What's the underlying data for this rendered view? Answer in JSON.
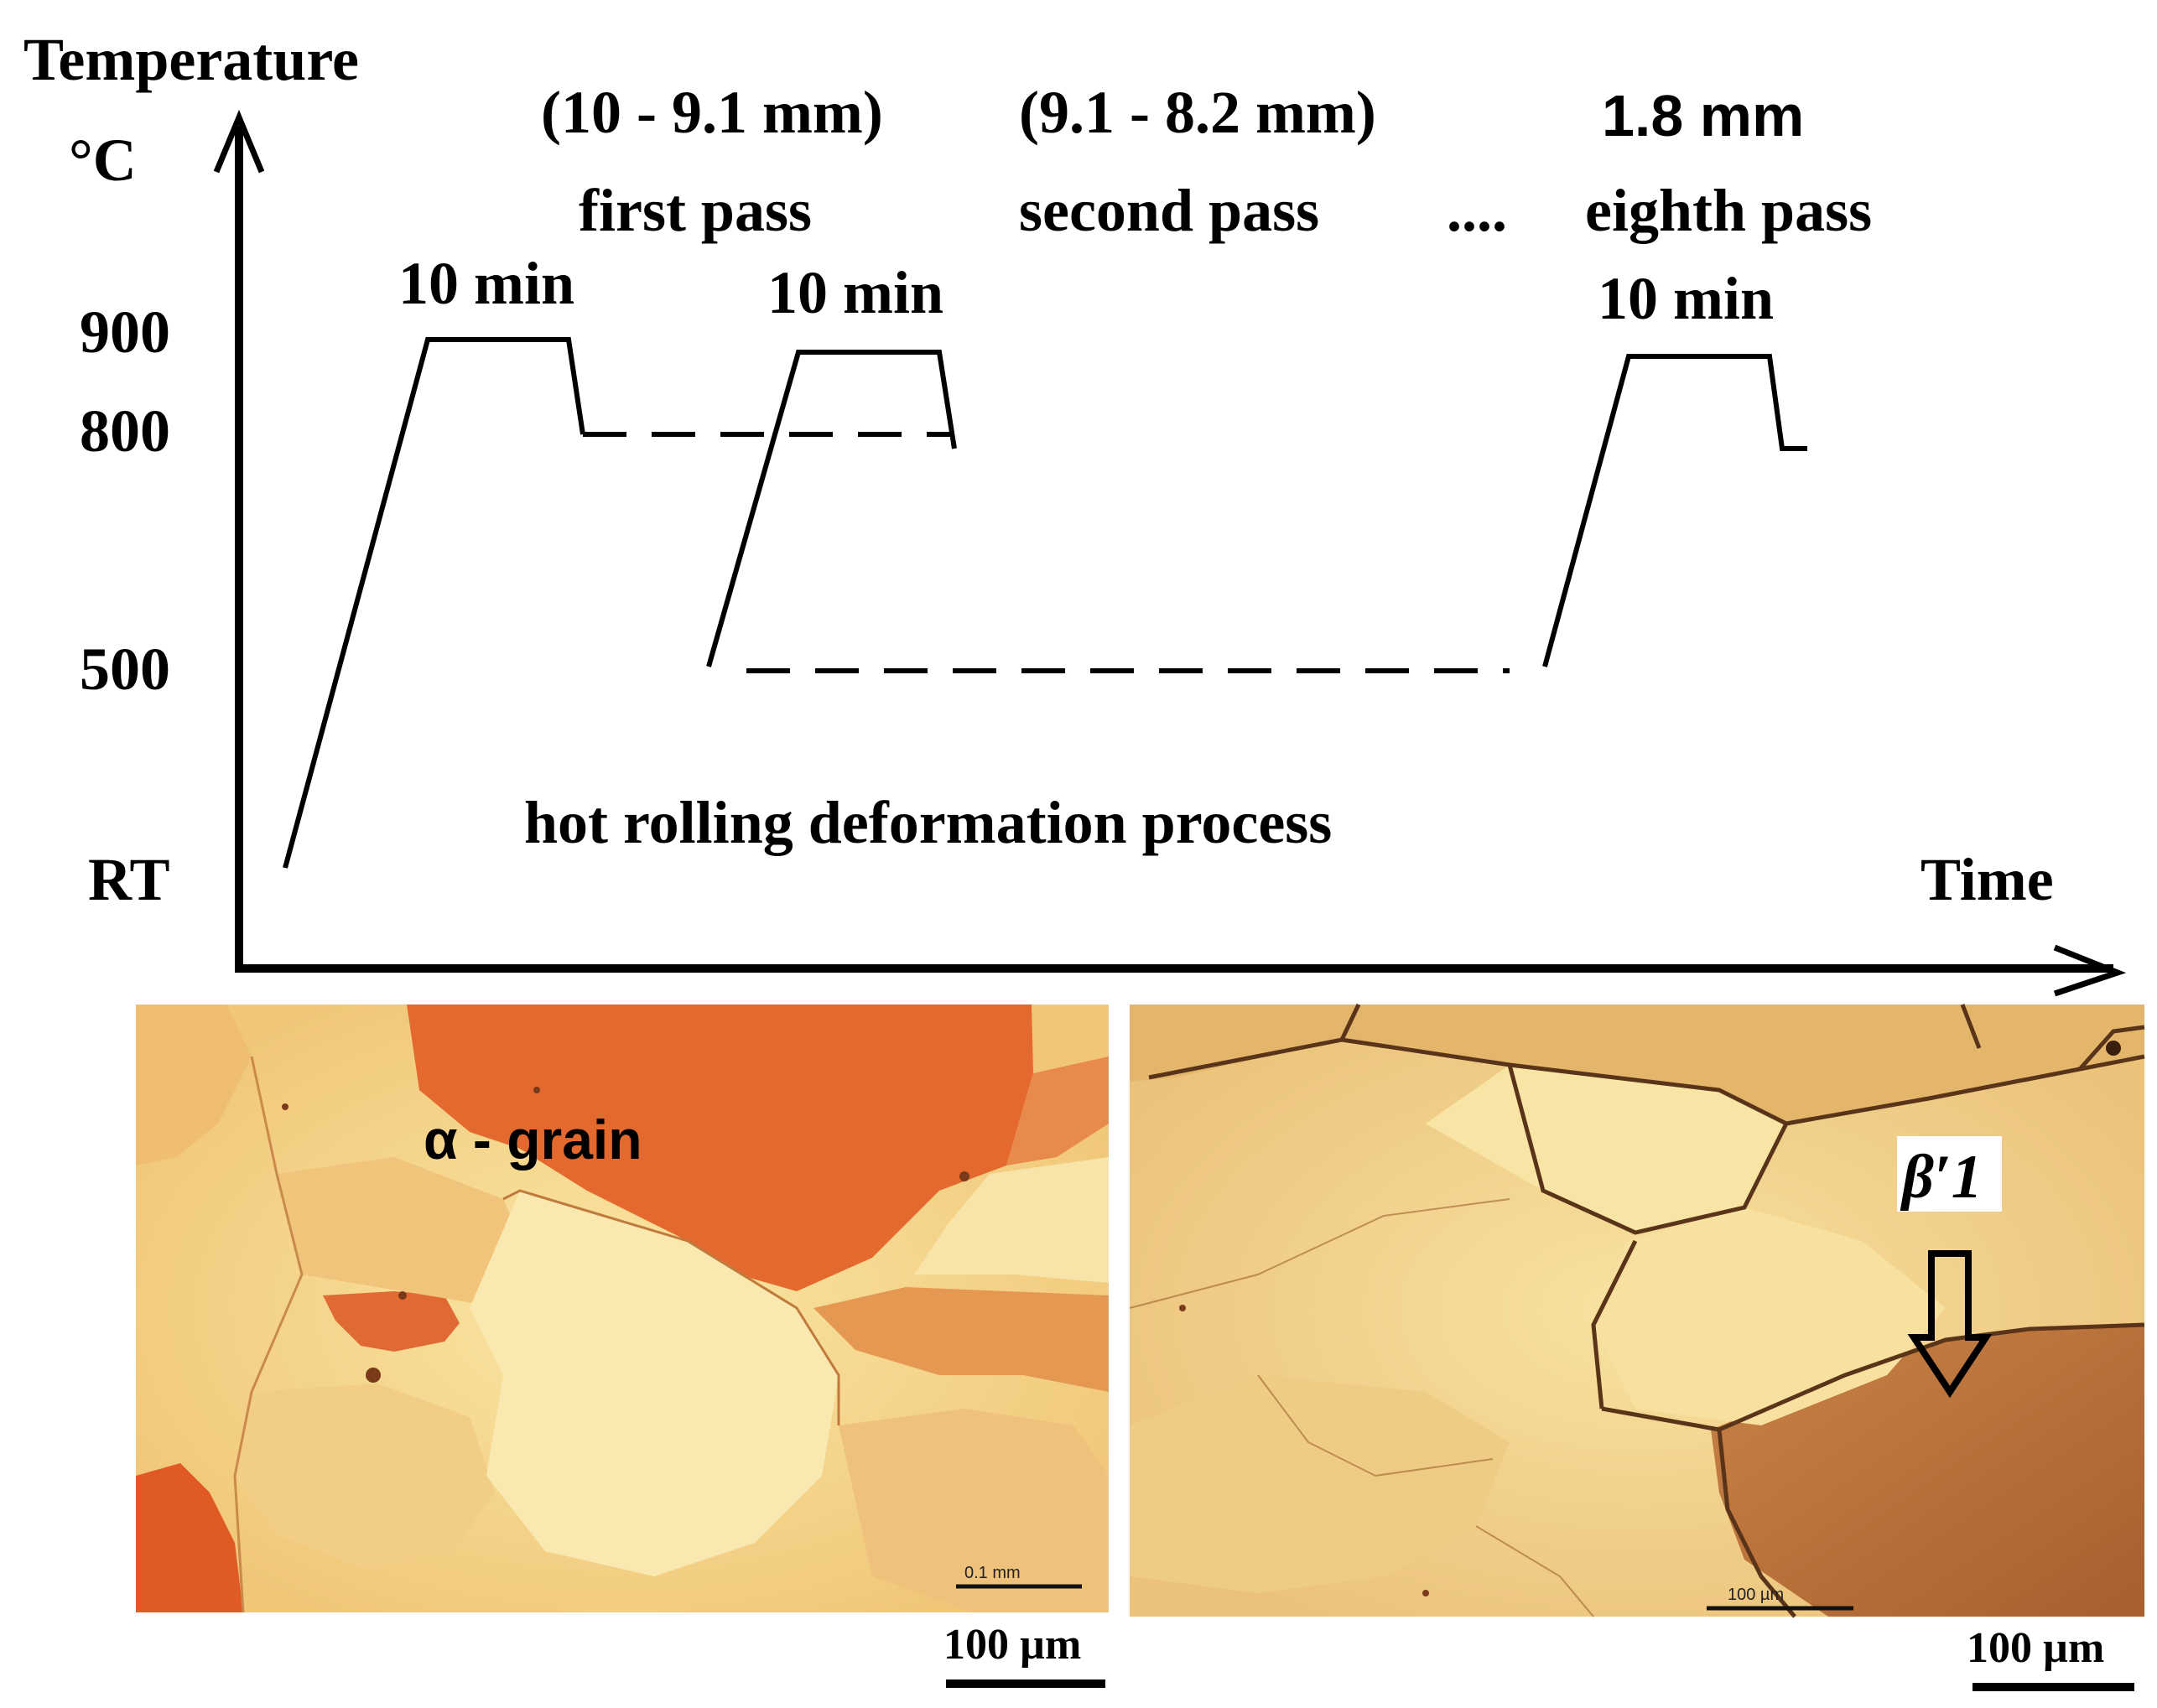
{
  "y_axis": {
    "title_line1": "Temperature",
    "title_line2": "°C",
    "ticks": [
      "900",
      "800",
      "500",
      "RT"
    ]
  },
  "x_axis": {
    "title": "Time"
  },
  "passes": [
    {
      "thickness": "(10 - 9.1 mm)",
      "name": "first pass",
      "hold": "10 min"
    },
    {
      "thickness": "(9.1 - 8.2 mm)",
      "name": "second pass",
      "hold": "10 min"
    },
    {
      "thickness": "1.8 mm",
      "name": "eighth pass",
      "hold": "10 min"
    }
  ],
  "ellipsis": "....",
  "process_label": "hot rolling deformation process",
  "micrographs": [
    {
      "label": "α - grain",
      "scale_bar": "100 µm",
      "embedded_scale": "0.1 mm",
      "colors": {
        "light": "#f6dc92",
        "mid": "#e8a85a",
        "dark": "#e0622a"
      }
    },
    {
      "label": "β′1",
      "scale_bar": "100 µm",
      "embedded_scale": "100 µm",
      "colors": {
        "light": "#f4d890",
        "mid": "#e6ba6e",
        "dark": "#b8703a"
      }
    }
  ]
}
